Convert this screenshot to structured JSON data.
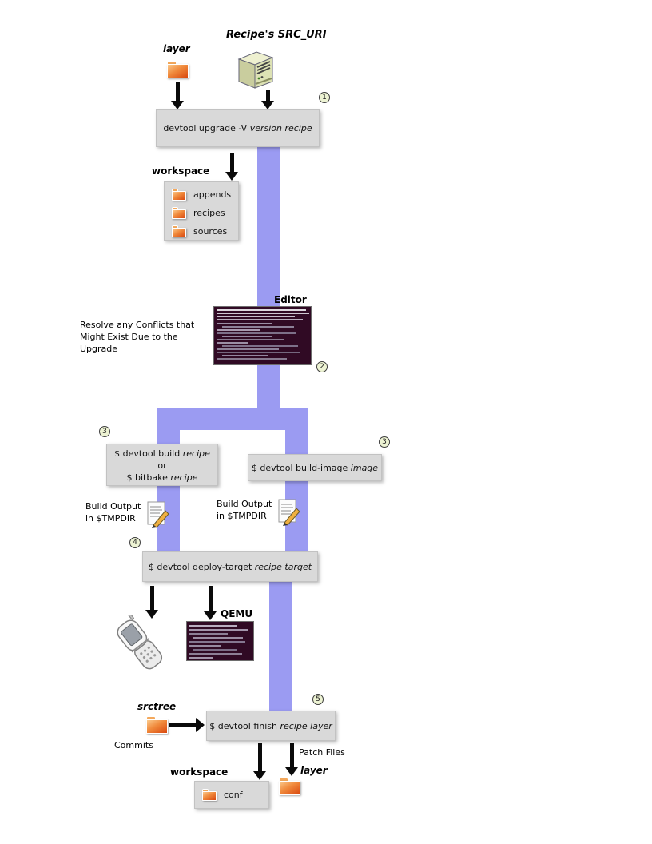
{
  "colors": {
    "pipe_purple": "#9b9bf2",
    "box_gray": "#d9d9d9",
    "badge_green": "#edf3d3",
    "folder_orange": "#d9480f",
    "terminal_purple": "#300a24",
    "arrow_black": "#0a0a0a"
  },
  "icons": {
    "layer_top": "folder-icon",
    "src_uri": "server-icon",
    "workspace_items": "folder-icon",
    "editor": "terminal-screenshot",
    "build_output": "document-pencil-icon",
    "target_device": "flip-phone-icon",
    "qemu": "terminal-screenshot",
    "srctree": "folder-icon",
    "conf": "folder-icon",
    "layer_bottom": "folder-icon"
  },
  "labels": {
    "src_uri": "Recipe's SRC_URI",
    "layer_top": "layer",
    "workspace_top": "workspace",
    "editor": "Editor",
    "resolve_l1": "Resolve any Conflicts that",
    "resolve_l2": "Might Exist Due to the",
    "resolve_l3": "Upgrade",
    "build_output_l1": "Build Output",
    "build_output_l2": "in $TMPDIR",
    "qemu": "QEMU",
    "srctree": "srctree",
    "commits": "Commits",
    "patch_files": "Patch Files",
    "workspace_bottom": "workspace",
    "layer_bottom": "layer"
  },
  "badges": {
    "step1": "1",
    "step2": "2",
    "step3_left": "3",
    "step3_right": "3",
    "step4": "4",
    "step5": "5"
  },
  "commands": {
    "upgrade_pre": "devtool upgrade -V ",
    "upgrade_version": "version",
    "upgrade_sep": " ",
    "upgrade_recipe": "recipe",
    "build_pre": "$ devtool build ",
    "build_recipe": "recipe",
    "build_or": "or",
    "bitbake_pre": "$ bitbake ",
    "bitbake_recipe": "recipe",
    "build_image_pre": "$ devtool build-image ",
    "build_image_arg": "image",
    "deploy_pre": "$ devtool deploy-target ",
    "deploy_arg": "recipe target",
    "finish_pre": "$ devtool finish ",
    "finish_arg": "recipe layer"
  },
  "workspace_items": [
    "appends",
    "recipes",
    "sources"
  ],
  "conf_item": "conf"
}
